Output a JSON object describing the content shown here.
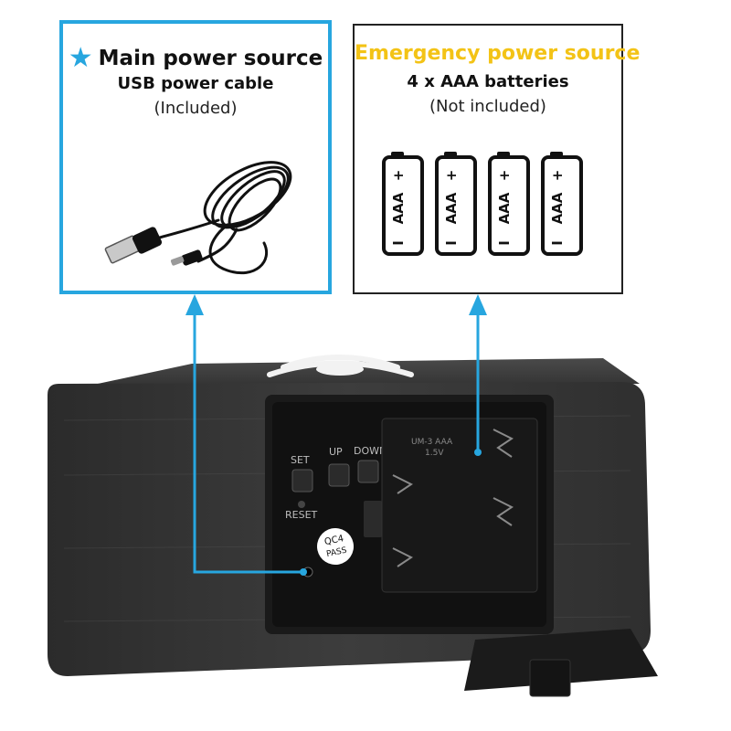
{
  "main_box": {
    "title": "Main power source",
    "subtitle": "USB power cable",
    "note": "(Included)",
    "star_icon": "star-icon",
    "border_color": "#27a6df"
  },
  "emergency_box": {
    "title": "Emergency power source",
    "subtitle": "4 x AAA batteries",
    "note": "(Not included)",
    "title_color": "#f3c316",
    "batteries": [
      {
        "label": "AAA",
        "plus": "+",
        "minus": "I"
      },
      {
        "label": "AAA",
        "plus": "+",
        "minus": "I"
      },
      {
        "label": "AAA",
        "plus": "+",
        "minus": "I"
      },
      {
        "label": "AAA",
        "plus": "+",
        "minus": "I"
      }
    ]
  },
  "clock": {
    "buttons": [
      "SET",
      "UP",
      "DOWN"
    ],
    "reset_label": "RESET",
    "badge_line1": "QC4",
    "badge_line2": "PASS",
    "compartment_labels": [
      "UM-3 AAA",
      "1.5V"
    ],
    "housing_color": "#3a3a3a",
    "arrow_color": "#27a6df"
  }
}
